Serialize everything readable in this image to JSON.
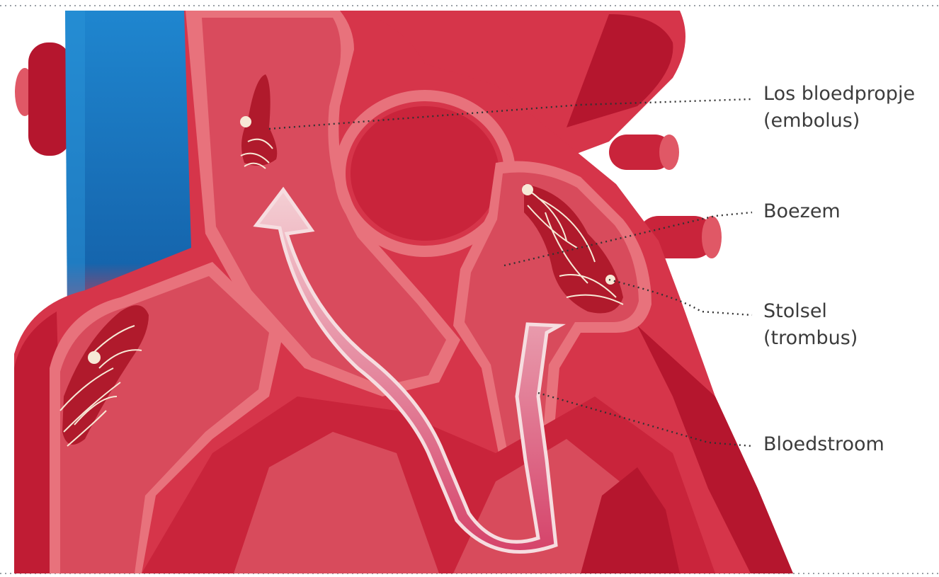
{
  "labels": {
    "embolus": {
      "line1": "Los bloedpropje",
      "line2": "(embolus)"
    },
    "atrium": {
      "line1": "Boezem"
    },
    "thrombus": {
      "line1": "Stolsel",
      "line2": "(trombus)"
    },
    "bloodflow": {
      "line1": "Bloedstroom"
    }
  },
  "colors": {
    "heart_red": "#d6354a",
    "heart_light": "#e8727c",
    "heart_dark": "#b5162e",
    "vein_blue": "#1b7cc4",
    "clot_red": "#b01a2c",
    "fibrin": "#f7e9d6",
    "leader_line": "#333333"
  }
}
